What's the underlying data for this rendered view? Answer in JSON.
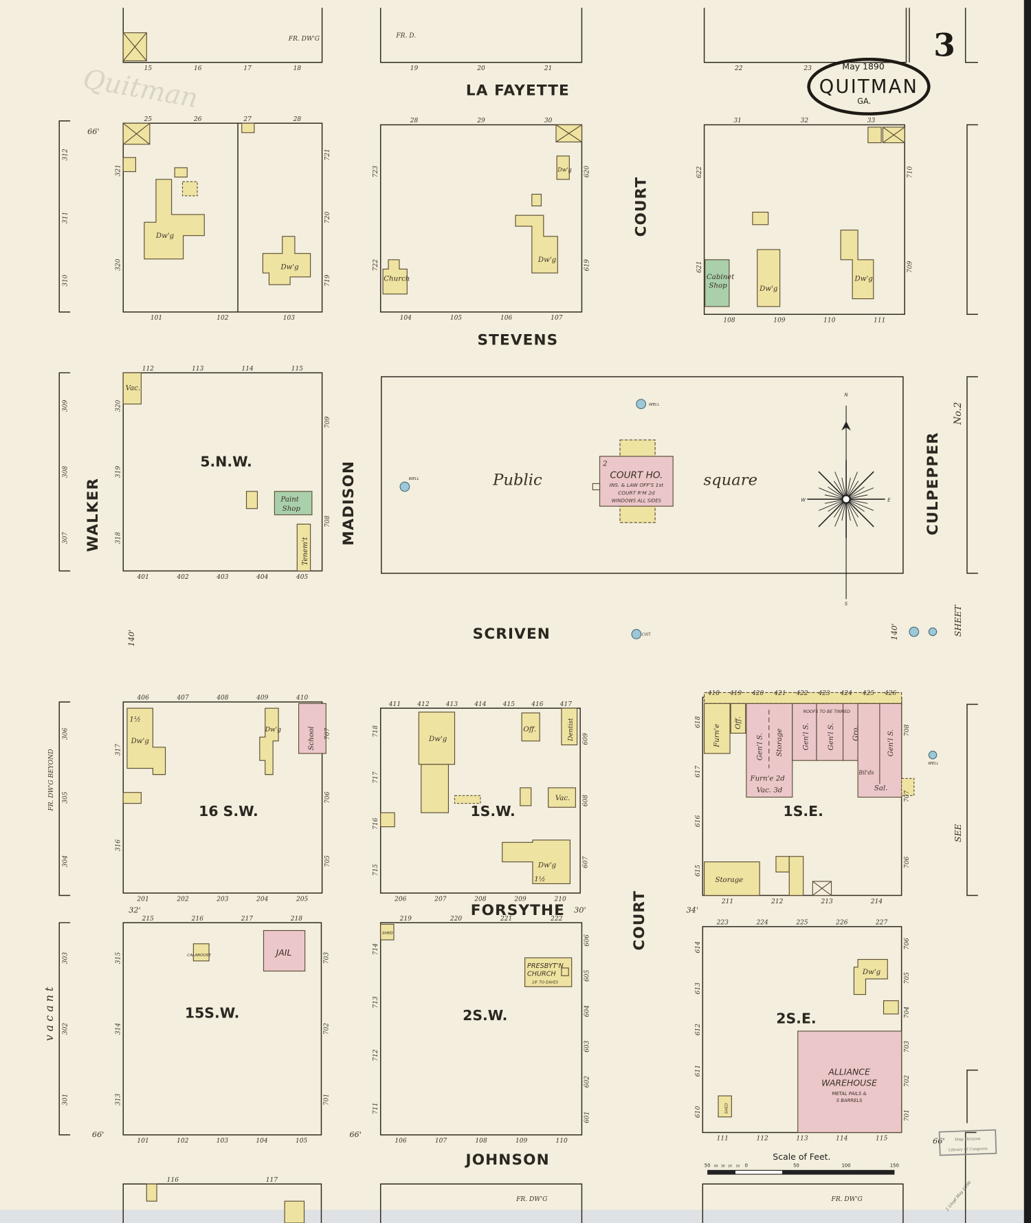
{
  "sheet": {
    "number": "3",
    "date": "May 1890",
    "town": "QUITMAN",
    "state": "GA."
  },
  "streets": {
    "lafayette": "LA FAYETTE",
    "stevens": "STEVENS",
    "scriven": "SCRIVEN",
    "forsythe": "FORSYTHE",
    "johnson": "JOHNSON",
    "court_north": "COURT",
    "court_south": "COURT",
    "walker": "WALKER",
    "madison": "MADISON",
    "culpepper": "CULPEPPER"
  },
  "margin_notes": {
    "sheet_no": "No.2",
    "see": "SEE",
    "sheet": "SHEET",
    "vacant": "v a c a n t",
    "fr_dwg_beyond": "FR. DW'G BEYOND",
    "width_140_left": "140'",
    "width_140_right": "140'",
    "width_66_tl": "66'",
    "width_66_bl": "66'",
    "width_66_bm": "66'",
    "width_66_br": "66'",
    "width_32": "32'",
    "width_30": "30'",
    "width_34": "34'"
  },
  "blocks": [
    {
      "id": "t1",
      "label": "",
      "lots": {
        "bottom": [
          "15",
          "16",
          "17",
          "18"
        ]
      },
      "note": "FR. DW'G"
    },
    {
      "id": "t2",
      "label": "",
      "lots": {
        "bottom": [
          "19",
          "20",
          "21"
        ]
      },
      "note": "FR. D."
    },
    {
      "id": "t3",
      "label": "",
      "lots": {
        "bottom": [
          "22",
          "23"
        ]
      }
    },
    {
      "id": "a1",
      "label": "",
      "lots": {
        "top": [
          "25",
          "26",
          "27",
          "28"
        ],
        "bottom": [
          "101",
          "102",
          "103"
        ],
        "left": [
          "321",
          "320"
        ],
        "right": [
          "721",
          "720",
          "719"
        ],
        "outer": [
          "312",
          "311",
          "310"
        ]
      }
    },
    {
      "id": "a2",
      "label": "",
      "lots": {
        "top": [
          "28",
          "29",
          "30"
        ],
        "bottom": [
          "104",
          "105",
          "106",
          "107"
        ],
        "left": [
          "723",
          "722"
        ],
        "right": [
          "620",
          "619"
        ]
      }
    },
    {
      "id": "a3",
      "label": "",
      "lots": {
        "top": [
          "31",
          "32",
          "33"
        ],
        "bottom": [
          "108",
          "109",
          "110",
          "111"
        ],
        "left": [
          "622",
          "621"
        ],
        "right": [
          "710",
          "709"
        ]
      }
    },
    {
      "id": "b1",
      "label": "5.N.W.",
      "lots": {
        "top": [
          "112",
          "113",
          "114",
          "115"
        ],
        "bottom": [
          "401",
          "402",
          "403",
          "404",
          "405"
        ],
        "left": [
          "320",
          "319",
          "318"
        ],
        "right": [
          "709",
          "708"
        ],
        "outer": [
          "309",
          "308",
          "307"
        ]
      }
    },
    {
      "id": "c1",
      "label": "16 S.W.",
      "lots": {
        "top": [
          "406",
          "407",
          "408",
          "409",
          "410"
        ],
        "bottom": [
          "201",
          "202",
          "203",
          "204",
          "205"
        ],
        "left": [
          "317",
          "316"
        ],
        "right": [
          "707",
          "706",
          "705"
        ],
        "outer": [
          "306",
          "305",
          "304"
        ]
      }
    },
    {
      "id": "c2",
      "label": "1S.W.",
      "lots": {
        "top": [
          "411",
          "412",
          "413",
          "414",
          "415",
          "416",
          "417"
        ],
        "bottom": [
          "206",
          "207",
          "208",
          "209",
          "210"
        ],
        "left": [
          "718",
          "717",
          "716",
          "715"
        ],
        "right": [
          "609",
          "608",
          "607"
        ]
      }
    },
    {
      "id": "c3",
      "label": "1S.E.",
      "lots": {
        "top": [
          "418",
          "419",
          "420",
          "421",
          "422",
          "423",
          "424",
          "425",
          "426"
        ],
        "bottom": [
          "211",
          "212",
          "213",
          "214"
        ],
        "left": [
          "618",
          "617",
          "616",
          "615"
        ],
        "right": [
          "708",
          "707",
          "706"
        ]
      }
    },
    {
      "id": "d1",
      "label": "15S.W.",
      "lots": {
        "top": [
          "215",
          "216",
          "217",
          "218"
        ],
        "bottom": [
          "101",
          "102",
          "103",
          "104",
          "105"
        ],
        "left": [
          "315",
          "314",
          "313"
        ],
        "right": [
          "703",
          "702",
          "701"
        ],
        "outer": [
          "303",
          "302",
          "301"
        ]
      }
    },
    {
      "id": "d2",
      "label": "2S.W.",
      "lots": {
        "top": [
          "219",
          "220",
          "221",
          "222"
        ],
        "bottom": [
          "106",
          "107",
          "108",
          "109",
          "110"
        ],
        "left": [
          "714",
          "713",
          "712",
          "711"
        ],
        "right": [
          "606",
          "605",
          "604",
          "603",
          "602",
          "601"
        ]
      }
    },
    {
      "id": "d3",
      "label": "2S.E.",
      "lots": {
        "top": [
          "223",
          "224",
          "225",
          "226",
          "227"
        ],
        "bottom": [
          "111",
          "112",
          "113",
          "114",
          "115"
        ],
        "left": [
          "614",
          "613",
          "612",
          "611",
          "610"
        ],
        "right": [
          "706",
          "705",
          "704",
          "703",
          "702",
          "701"
        ]
      }
    },
    {
      "id": "e1",
      "label": "",
      "lots": {
        "top": [
          "116",
          "117"
        ]
      }
    },
    {
      "id": "e2",
      "label": "",
      "lots": {},
      "note": "FR. DW'G"
    },
    {
      "id": "e3",
      "label": "",
      "lots": {},
      "note": "FR. DW'G"
    }
  ],
  "buildings": {
    "dwg": "Dw'g",
    "church": "Church",
    "cabinet_shop_1": "Cabinet",
    "cabinet_shop_2": "Shop",
    "vac": "Vac.",
    "paint_shop_1": "Paint",
    "paint_shop_2": "Shop",
    "tenement": "Tenem't",
    "school": "School",
    "off": "Off.",
    "dentist": "Dentist",
    "furn": "Furn'e",
    "gen_s": "Gen'l S.",
    "storage": "Storage",
    "gro": "Gro.",
    "furn_2": "Furn'e 2d",
    "vac_3": "Vac. 3d",
    "roofs": "ROOFS TO BE TINNED",
    "billiards": "Bil'ds",
    "sal": "Sal.",
    "jail": "JAIL",
    "calaboose": "CALABOOSE",
    "presbyt_1": "PRESBYT'N",
    "presbyt_2": "CHURCH",
    "presbyt_3": "18' TO EAVES",
    "shed": "SHED",
    "alliance_1": "ALLIANCE",
    "alliance_2": "WAREHOUSE",
    "alliance_3": "METAL PAILS &",
    "alliance_4": "S BARRELS",
    "one_half": "1½"
  },
  "public_square": {
    "word1": "Public",
    "word2": "square",
    "court_house": "COURT HO.",
    "ch_note1": "INS. & LAW OFF'S 1st",
    "ch_note2": "COURT R'M 2d",
    "ch_note3": "WINDOWS ALL SIDES",
    "story": "2",
    "well": "WELL",
    "cistern": "CIST."
  },
  "compass": {
    "n": "N",
    "s": "S",
    "e": "E",
    "w": "W"
  },
  "scale": {
    "title": "Scale of Feet.",
    "ticks": [
      "50",
      "40",
      "30",
      "20",
      "10",
      "0",
      "50",
      "100",
      "150"
    ]
  },
  "stamp": {
    "line1": "Map Division",
    "line2": "Library of Congress"
  },
  "handwriting": {
    "signature": "J. Lloyd May 18/90",
    "pencil": "Quitman"
  },
  "colors": {
    "paper": "#f3eedd",
    "frame_dwelling": "#efe3a2",
    "brick": "#ebc7ca",
    "special": "#a9d0ab",
    "water": "#9cc8d8"
  }
}
